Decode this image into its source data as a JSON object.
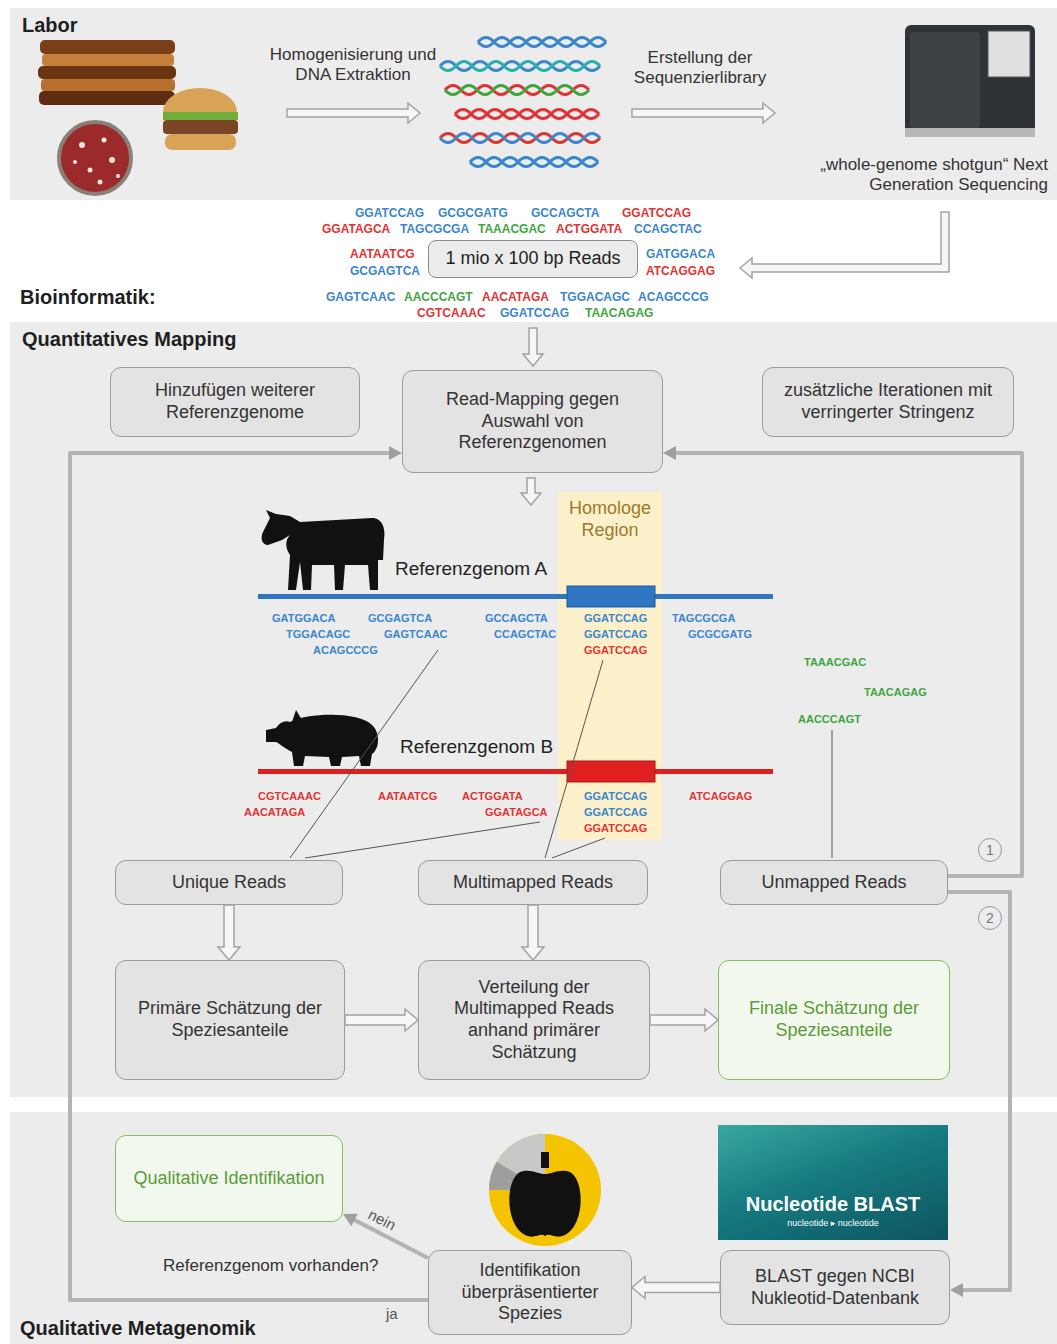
{
  "diagram": {
    "nodes": [
      {
        "text": [
          "Labor"
        ]
      },
      {
        "text": [
          "1 mio x 100 bp Reads"
        ]
      },
      {
        "text": [
          "Quantitatives Mapping"
        ]
      },
      {
        "text": [
          "Hinzufügen weiterer Referenzgenome"
        ],
        "in": 2
      },
      {
        "text": [
          "Read-Mapping gegen Auswahl von Referenzgenomen"
        ],
        "in": 2
      },
      {
        "text": [
          "zusätzliche Iterationen mit verringerter Stringenz"
        ],
        "in": 2
      },
      {
        "text": [
          "Homologe Region"
        ],
        "in": 2
      },
      {
        "text": [
          "Unique Reads"
        ],
        "in": 2
      },
      {
        "text": [
          "Multimapped Reads"
        ],
        "in": 2
      },
      {
        "text": [
          "Unmapped Reads"
        ],
        "in": 2
      },
      {
        "text": [
          "Primäre Schätzung der Speziesanteile"
        ],
        "in": 2
      },
      {
        "text": [
          "Verteilung der Multimapped Reads anhand primärer Schätzung"
        ],
        "in": 2
      },
      {
        "text": [
          "Finale Schätzung der Speziesanteile"
        ],
        "in": 2
      },
      {
        "text": [
          "Qualitative Metagenomik"
        ]
      },
      {
        "text": [
          "Qualitative Identifikation"
        ],
        "in": 13
      },
      {
        "text": [
          "Nucleotide BLAST",
          "nucleotide ▸ nucleotide"
        ],
        "in": 13
      },
      {
        "text": [
          "Identifikation überpräsentierter Spezies"
        ],
        "in": 13
      },
      {
        "text": [
          "BLAST gegen NCBI Nukleotid-Datenbank"
        ],
        "in": 13
      }
    ],
    "edges": [
      {
        "from": 7,
        "to": 10,
        "arrow": "to"
      },
      {
        "from": 8,
        "to": 11,
        "arrow": "to"
      },
      {
        "from": 10,
        "to": 11,
        "arrow": "to"
      },
      {
        "from": 11,
        "to": 12,
        "arrow": "to"
      },
      {
        "from": 9,
        "to": 4,
        "label": "1",
        "arrow": "to"
      },
      {
        "from": 9,
        "to": 17,
        "label": "2",
        "arrow": "to"
      },
      {
        "from": 17,
        "to": 16,
        "arrow": "to"
      },
      {
        "from": 16,
        "to": 14,
        "label": "nein",
        "arrow": "to"
      },
      {
        "from": 16,
        "to": 4,
        "label": "ja",
        "arrow": "to"
      }
    ],
    "labels": [
      "Homogenisierung und DNA Extraktion",
      "Erstellung der Sequenzierlibrary",
      "„whole-genome shotgun“ Next Generation Sequencing",
      "GGATCCAG",
      "GCGCGATG",
      "GCCAGCTA",
      "GGATCCAG",
      "GGATAGCA",
      "TAGCGCGA",
      "TAAACGAC",
      "ACTGGATA",
      "CCAGCTAC",
      "AATAATCG",
      "GATGGACA",
      "GCGAGTCA",
      "ATCAGGAG",
      "GAGTCAAC",
      "AACCCAGT",
      "AACATAGA",
      "TGGACAGC",
      "ACAGCCCG",
      "CGTCAAAC",
      "GGATCCAG",
      "TAACAGAG",
      "Bioinformatik:",
      "Referenzgenom A",
      "GATGGACA",
      "GCGAGTCA",
      "GCCAGCTA",
      "GGATCCAG",
      "TAGCGCGA",
      "TGGACAGC",
      "GAGTCAAC",
      "CCAGCTAC",
      "GGATCCAG",
      "GCGCGATG",
      "ACAGCCCG",
      "GGATCCAG",
      "TAAACGAC",
      "TAACAGAG",
      "AACCCAGT",
      "Referenzgenom B",
      "CGTCAAAC",
      "AATAATCG",
      "ACTGGATA",
      "GGATCCAG",
      "ATCAGGAG",
      "AACATAGA",
      "GGATAGCA",
      "GGATCCAG",
      "GGATCCAG",
      "Referenzgenom vorhanden?"
    ]
  }
}
